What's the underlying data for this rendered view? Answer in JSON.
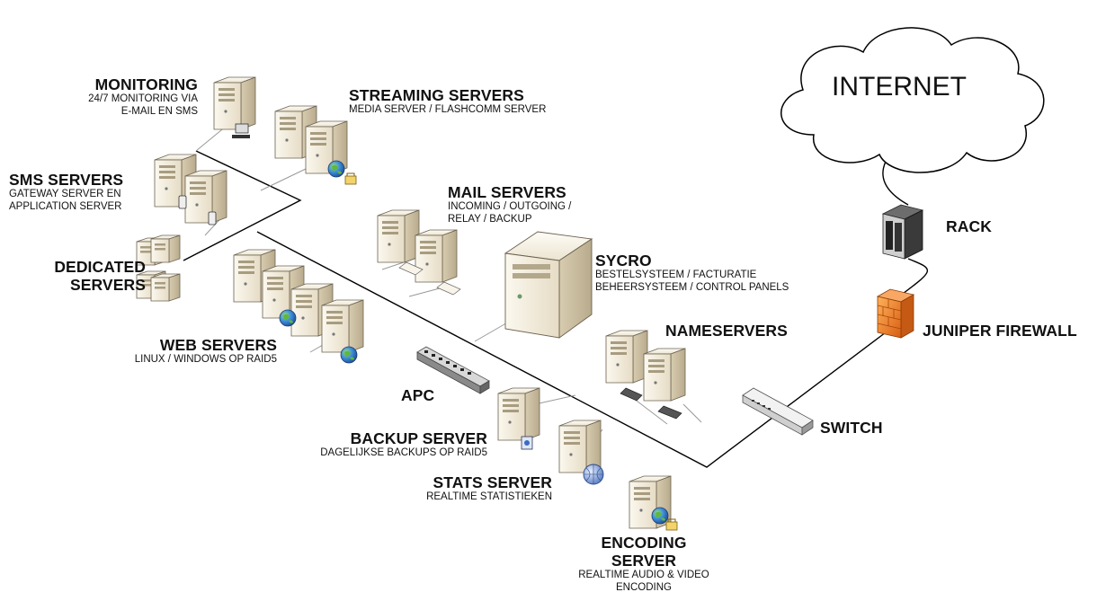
{
  "internet": {
    "label": "INTERNET"
  },
  "nodes": {
    "monitoring": {
      "title": "MONITORING",
      "lines": [
        "24/7 MONITORING VIA",
        "E-MAIL EN SMS"
      ]
    },
    "streaming": {
      "title": "STREAMING SERVERS",
      "lines": [
        "MEDIA SERVER / FLASHCOMM SERVER"
      ]
    },
    "sms": {
      "title": "SMS SERVERS",
      "lines": [
        "GATEWAY SERVER EN",
        "APPLICATION SERVER"
      ]
    },
    "mail": {
      "title": "MAIL SERVERS",
      "lines": [
        "INCOMING / OUTGOING /",
        "RELAY / BACKUP"
      ]
    },
    "rack": {
      "title": "RACK"
    },
    "dedicated": {
      "title_lines": [
        "DEDICATED",
        "SERVERS"
      ]
    },
    "sycro": {
      "title": "SYCRO",
      "lines": [
        "BESTELSYSTEEM / FACTURATIE",
        "BEHEERSYSTEEM / CONTROL PANELS"
      ]
    },
    "juniper": {
      "title": "JUNIPER FIREWALL"
    },
    "nameservers": {
      "title": "NAMESERVERS"
    },
    "web": {
      "title": "WEB SERVERS",
      "lines": [
        "LINUX / WINDOWS OP RAID5"
      ]
    },
    "apc": {
      "title": "APC"
    },
    "switch": {
      "title": "SWITCH"
    },
    "backup": {
      "title": "BACKUP SERVER",
      "lines": [
        "DAGELIJKSE BACKUPS OP RAID5"
      ]
    },
    "stats": {
      "title": "STATS SERVER",
      "lines": [
        "REALTIME STATISTIEKEN"
      ]
    },
    "encoding": {
      "title_lines": [
        "ENCODING",
        "SERVER"
      ],
      "lines": [
        "REALTIME AUDIO & VIDEO",
        "ENCODING"
      ]
    }
  },
  "colors": {
    "line": "#000000",
    "server_light": "#f4efe2",
    "server_mid": "#e2d9c4",
    "server_dark": "#bfb49a",
    "firewall": "#f07a22",
    "rack": "#2a2a2a"
  },
  "icons": [
    "cloud-icon",
    "server-tower-icon",
    "globe-icon",
    "rack-icon",
    "firewall-icon",
    "switch-icon",
    "apc-icon",
    "lock-icon"
  ]
}
